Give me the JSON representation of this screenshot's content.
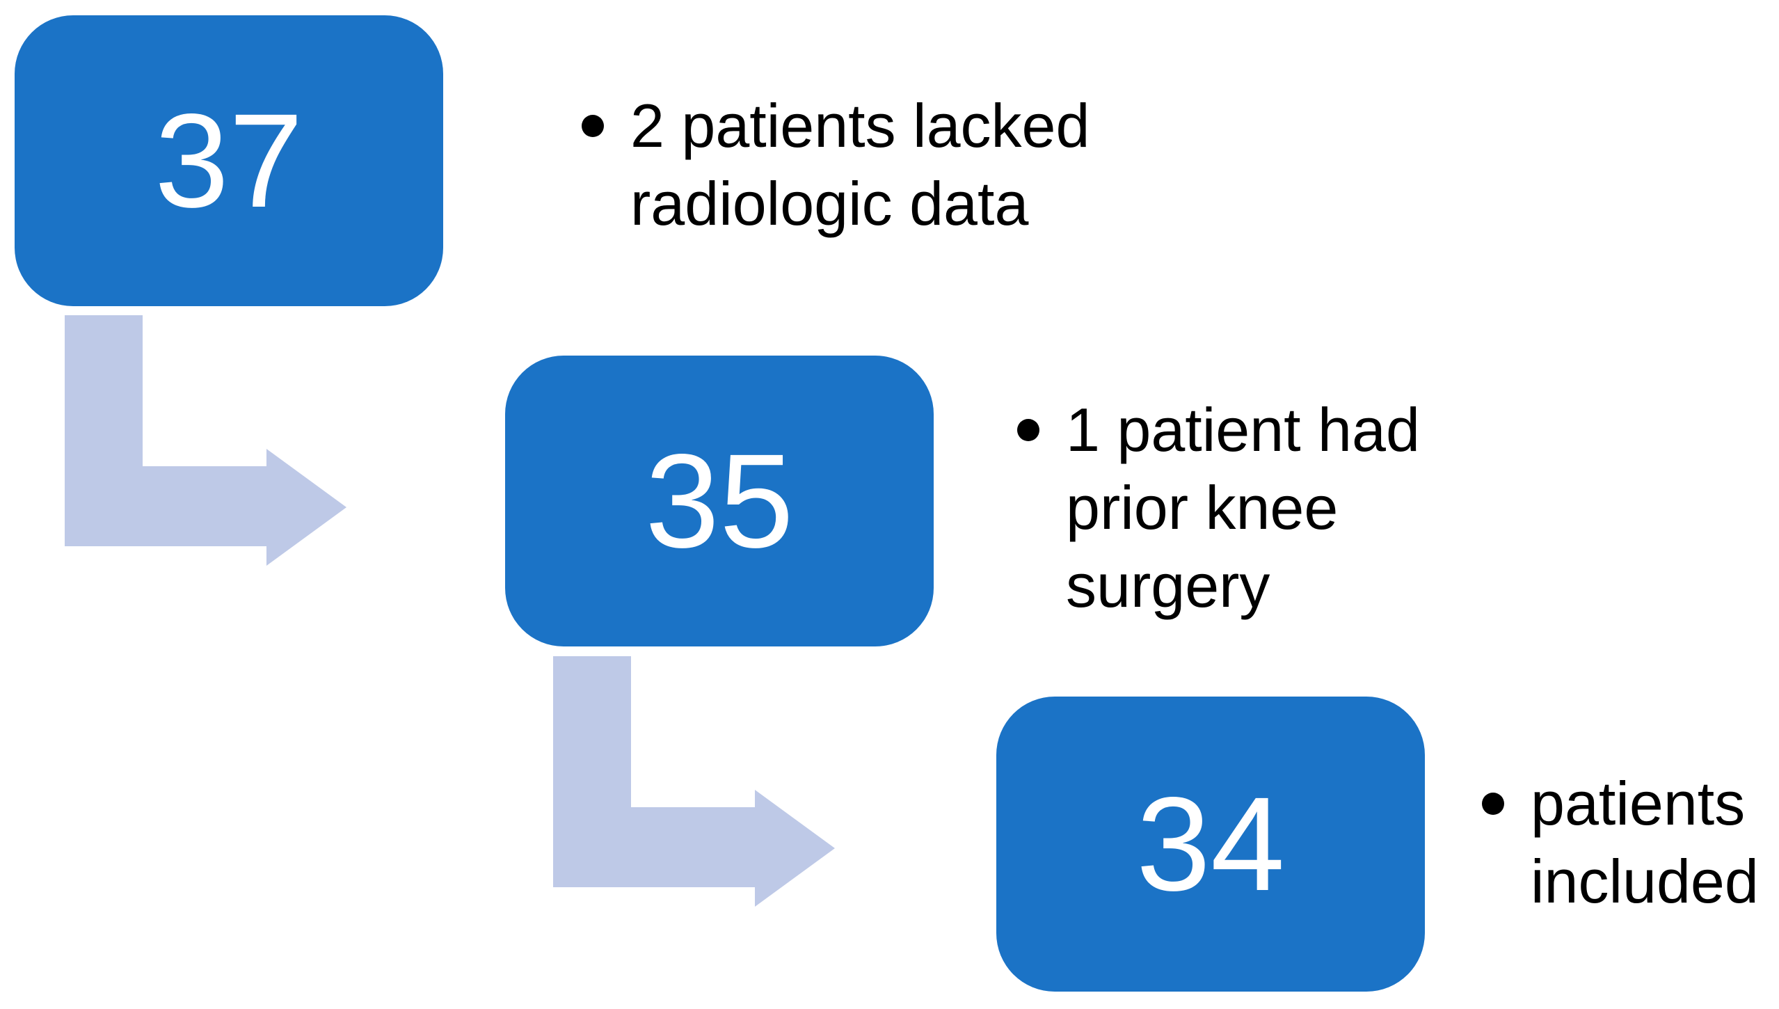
{
  "diagram": {
    "type": "patient-flow",
    "colors": {
      "background": "#FFFFFF",
      "box_fill": "#1B73C6",
      "arrow_fill": "#BEC9E7",
      "number_color": "#FFFFFF",
      "text_color": "#000000"
    },
    "steps": [
      {
        "value": "37",
        "note_lines": [
          "2 patients lacked",
          "radiologic data"
        ]
      },
      {
        "value": "35",
        "note_lines": [
          "1 patient had",
          "prior knee",
          "surgery"
        ]
      },
      {
        "value": "34",
        "note_lines": [
          "patients",
          "included"
        ]
      }
    ]
  }
}
